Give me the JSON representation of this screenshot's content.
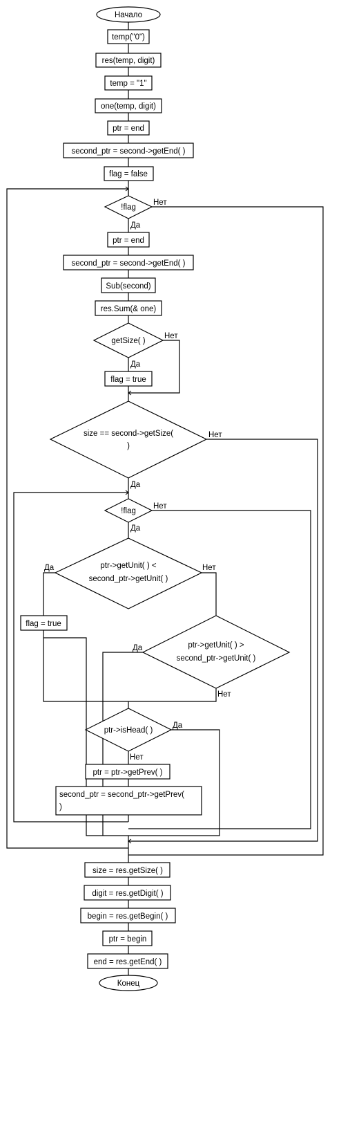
{
  "diagram": {
    "start": "Начало",
    "end": "Конец",
    "yes": "Да",
    "no": "Нет",
    "init_steps": [
      "temp(\"0\")",
      "res(temp, digit)",
      "temp = \"1\"",
      "one(temp, digit)",
      "ptr = end",
      "second_ptr = second->getEnd( )",
      "flag = false"
    ],
    "loop_condition": "!flag",
    "loop_steps": [
      "ptr = end",
      "second_ptr = second->getEnd( )",
      "Sub(second)",
      "res.Sum(& one)"
    ],
    "get_size_condition": "getSize( )",
    "set_flag_true": "flag = true",
    "size_condition": [
      "size == second->getSize(",
      ")"
    ],
    "inner_loop_condition": "!flag",
    "less_condition": [
      "ptr->getUnit( ) <",
      "second_ptr->getUnit( )"
    ],
    "flag_true_inner": "flag = true",
    "greater_condition": [
      "ptr->getUnit( ) >",
      "second_ptr->getUnit( )"
    ],
    "is_head_condition": "ptr->isHead( )",
    "ptr_prev": "ptr = ptr->getPrev( )",
    "second_prev": [
      "second_ptr = second_ptr->getPrev(",
      ")"
    ],
    "final_steps": [
      "size = res.getSize( )",
      "digit = res.getDigit( )",
      "begin = res.getBegin( )",
      "ptr = begin"
    ],
    "end_assign": "end = res.getEnd( )"
  }
}
